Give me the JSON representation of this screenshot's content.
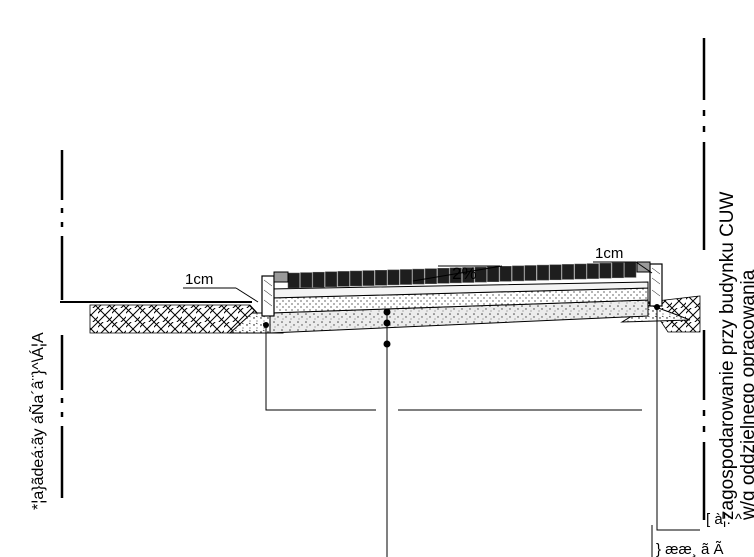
{
  "labels": {
    "left_vertical": "*¦a}ãdeá:ãy áÑa´â¨}^\\Á¦A",
    "right_vertical_line1": "zagospodarowanie przy budynku CUW",
    "right_vertical_line2": "w/g oddzielnego opracowania",
    "slope": "2%",
    "gap_left": "1cm",
    "gap_right": "1cm",
    "callout_bottom_right": "[ à¦: ^",
    "callout_bottom_line2": "} ææ¸ ã Ã"
  }
}
